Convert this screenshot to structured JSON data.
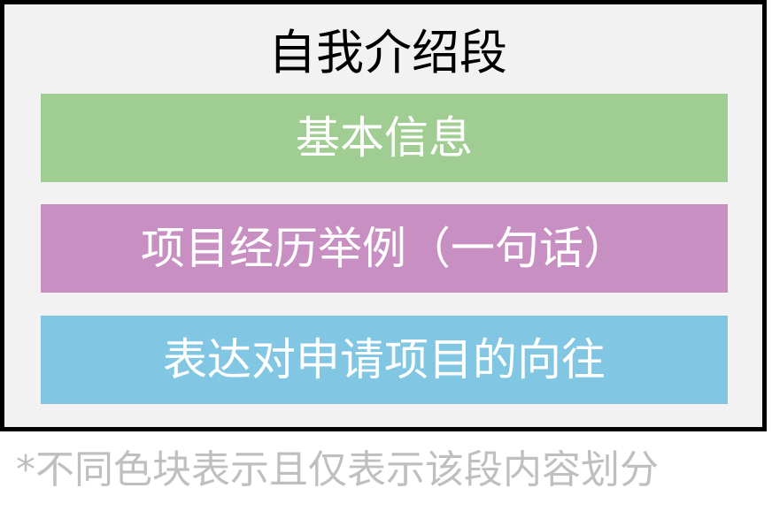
{
  "title": "自我介绍段",
  "blocks": [
    {
      "label": "基本信息",
      "color": "#a0cd92"
    },
    {
      "label": "项目经历举例（一句话）",
      "color": "#c88fc2"
    },
    {
      "label": "表达对申请项目的向往",
      "color": "#81c7e3"
    }
  ],
  "note": "*不同色块表示且仅表示该段内容划分",
  "colors": {
    "frame_border": "#000000",
    "frame_bg": "#f2f2f2",
    "note_text": "#bfbfbf"
  }
}
